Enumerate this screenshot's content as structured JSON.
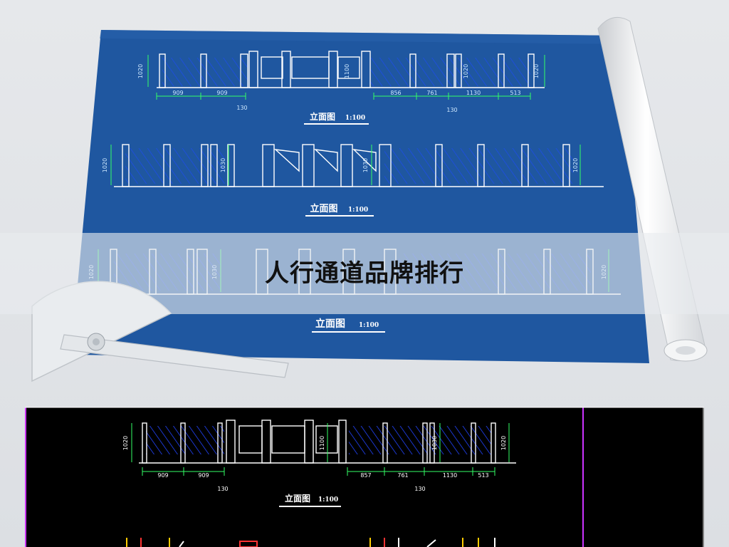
{
  "banner": {
    "title": "人行通道品牌排行"
  },
  "blueprint": {
    "row1": {
      "label": "立面图",
      "scale": "1:100",
      "heights": [
        "1020",
        "1100",
        "1020",
        "1020"
      ],
      "dims_left": [
        "909",
        "909"
      ],
      "dims_right": [
        "856",
        "761",
        "1130",
        "513"
      ],
      "total_left": "130",
      "total_right": "130"
    },
    "row2": {
      "label": "立面图",
      "scale": "1:100",
      "heights": [
        "1020",
        "1030",
        "1030",
        "1020"
      ]
    },
    "row3": {
      "label": "立面图",
      "scale": "1:100",
      "heights": [
        "1020",
        "1030",
        "1020"
      ]
    }
  },
  "cad_panel": {
    "label": "立面图",
    "scale": "1:100",
    "heights": [
      "1020",
      "1100",
      "1030",
      "1020"
    ],
    "dims_left": [
      "909",
      "909"
    ],
    "dims_right": [
      "857",
      "761",
      "1130",
      "513"
    ],
    "total_left": "130",
    "total_right": "130"
  },
  "colors": {
    "blueprint": "#1f57a0",
    "cad_bg": "#000000",
    "glass": "#1d3de0",
    "dim_line": "#33ff66"
  }
}
